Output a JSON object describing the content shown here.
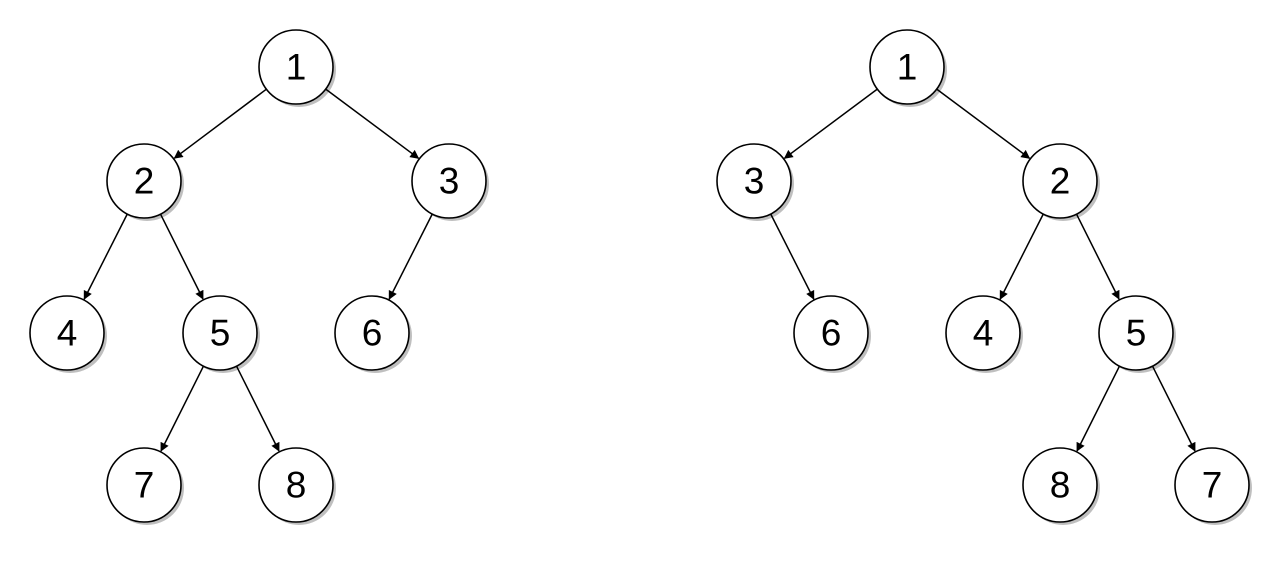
{
  "trees": [
    {
      "nodes": [
        {
          "id": "a1",
          "label": "1"
        },
        {
          "id": "a2",
          "label": "2"
        },
        {
          "id": "a3",
          "label": "3"
        },
        {
          "id": "a4",
          "label": "4"
        },
        {
          "id": "a5",
          "label": "5"
        },
        {
          "id": "a6",
          "label": "6"
        },
        {
          "id": "a7",
          "label": "7"
        },
        {
          "id": "a8",
          "label": "8"
        }
      ],
      "edges": [
        {
          "from": "a1",
          "to": "a2"
        },
        {
          "from": "a1",
          "to": "a3"
        },
        {
          "from": "a2",
          "to": "a4"
        },
        {
          "from": "a2",
          "to": "a5"
        },
        {
          "from": "a3",
          "to": "a6"
        },
        {
          "from": "a5",
          "to": "a7"
        },
        {
          "from": "a5",
          "to": "a8"
        }
      ]
    },
    {
      "nodes": [
        {
          "id": "b1",
          "label": "1"
        },
        {
          "id": "b3",
          "label": "3"
        },
        {
          "id": "b2",
          "label": "2"
        },
        {
          "id": "b6",
          "label": "6"
        },
        {
          "id": "b4",
          "label": "4"
        },
        {
          "id": "b5",
          "label": "5"
        },
        {
          "id": "b8",
          "label": "8"
        },
        {
          "id": "b7",
          "label": "7"
        }
      ],
      "edges": [
        {
          "from": "b1",
          "to": "b3"
        },
        {
          "from": "b1",
          "to": "b2"
        },
        {
          "from": "b3",
          "to": "b6"
        },
        {
          "from": "b2",
          "to": "b4"
        },
        {
          "from": "b2",
          "to": "b5"
        },
        {
          "from": "b5",
          "to": "b8"
        },
        {
          "from": "b5",
          "to": "b7"
        }
      ]
    }
  ]
}
